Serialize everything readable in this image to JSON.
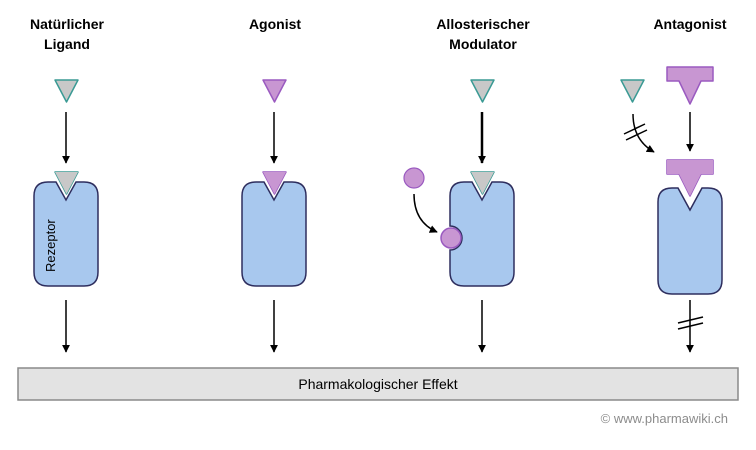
{
  "columns": [
    {
      "id": "natural-ligand",
      "title_lines": [
        "Natürlicher",
        "Ligand"
      ],
      "receptor_label": "Rezeptor"
    },
    {
      "id": "agonist",
      "title_lines": [
        "Agonist"
      ]
    },
    {
      "id": "allosteric-modulator",
      "title_lines": [
        "Allosterischer",
        "Modulator"
      ]
    },
    {
      "id": "antagonist",
      "title_lines": [
        "Antagonist"
      ]
    }
  ],
  "effect_bar": {
    "label": "Pharmakologischer Effekt"
  },
  "copyright": "© www.pharmawiki.ch",
  "colors": {
    "receptor_fill": "#a8c8ee",
    "receptor_stroke": "#2e2e5e",
    "ligand_fill": "#c8c8c8",
    "ligand_stroke": "#3a9a94",
    "agonist_fill": "#c896d2",
    "agonist_stroke": "#9a5ac0",
    "bar_fill": "#e3e3e3",
    "bar_stroke": "#8a8a8a",
    "copyright_color": "#8c8c8c"
  }
}
